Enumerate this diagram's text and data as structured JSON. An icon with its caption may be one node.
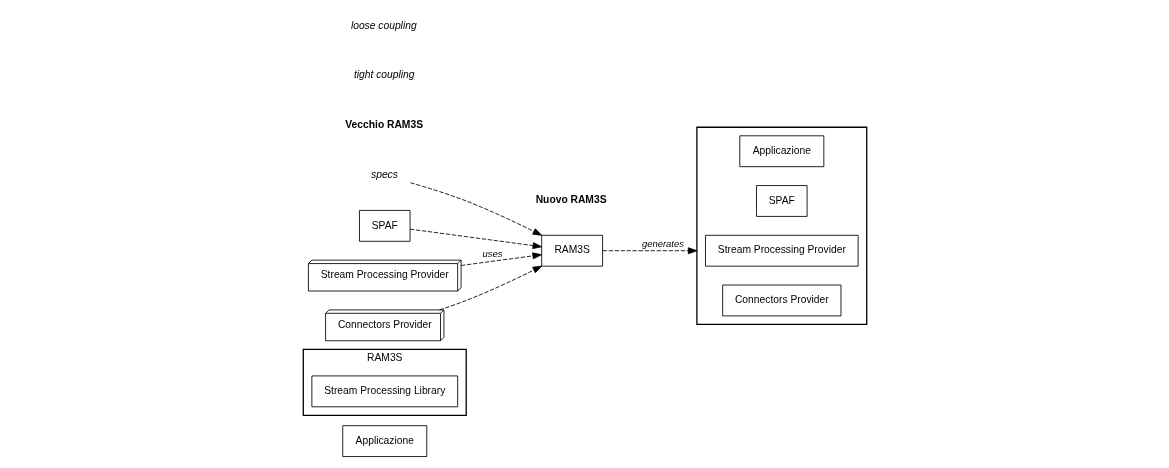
{
  "diagram": {
    "nodes": [
      {
        "text": [
          "Applicazione"
        ]
      },
      {
        "text": [
          "RAM3S"
        ]
      },
      {
        "text": [
          "Stream Processing Library"
        ],
        "in": 1
      },
      {
        "text": [
          "specs"
        ]
      },
      {
        "text": [
          "RAM3S"
        ]
      },
      {
        "text": [],
        "shape": "box"
      },
      {
        "text": [
          "Applicazione"
        ],
        "in": 5
      },
      {
        "text": [
          "SPAF"
        ],
        "in": 5
      },
      {
        "text": [
          "Stream Processing Provider"
        ],
        "in": 5
      },
      {
        "text": [
          "Connectors Provider"
        ],
        "in": 5
      },
      {
        "text": [
          "SPAF"
        ]
      },
      {
        "text": [
          "Stream Processing Provider"
        ]
      },
      {
        "text": [
          "Connectors Provider"
        ]
      }
    ],
    "edges": [
      {
        "from": 3,
        "to": 4,
        "arrow": "to",
        "style": "dashed"
      },
      {
        "from": 4,
        "to": 5,
        "arrow": "to",
        "style": "dashed",
        "label": "generates"
      },
      {
        "from": 10,
        "to": 4,
        "arrow": "to",
        "style": "dashed"
      },
      {
        "from": 11,
        "to": 4,
        "arrow": "to",
        "style": "dashed",
        "label": "uses"
      },
      {
        "from": 12,
        "to": 4,
        "arrow": "to",
        "style": "dashed"
      }
    ],
    "labels": [
      "Vecchio RAM3S",
      "Nuovo RAM3S",
      "tight coupling",
      "loose coupling"
    ]
  }
}
